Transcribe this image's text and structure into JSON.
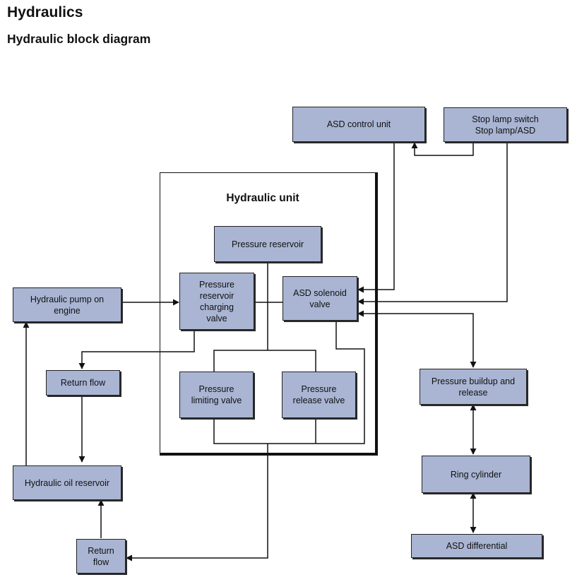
{
  "title": "Hydraulics",
  "subtitle": "Hydraulic block diagram",
  "hydraulic_unit_label": "Hydraulic unit",
  "colors": {
    "block_fill": "#a9b5d3",
    "line": "#111111"
  },
  "blocks": {
    "asd_control_unit": "ASD control unit",
    "stop_lamp_switch": "Stop lamp switch\nStop lamp/ASD",
    "pressure_reservoir": "Pressure reservoir",
    "pressure_reservoir_charging_valve": "Pressure\nreservoir\ncharging\nvalve",
    "asd_solenoid_valve": "ASD solenoid\nvalve",
    "hydraulic_pump": "Hydraulic pump on\nengine",
    "return_flow_upper": "Return flow",
    "pressure_limiting_valve": "Pressure\nlimiting valve",
    "pressure_release_valve": "Pressure\nrelease valve",
    "pressure_buildup_release": "Pressure buildup and\nrelease",
    "hydraulic_oil_reservoir": "Hydraulic oil reservoir",
    "ring_cylinder": "Ring cylinder",
    "return_flow_lower": "Return\nflow",
    "asd_differential": "ASD differential"
  }
}
